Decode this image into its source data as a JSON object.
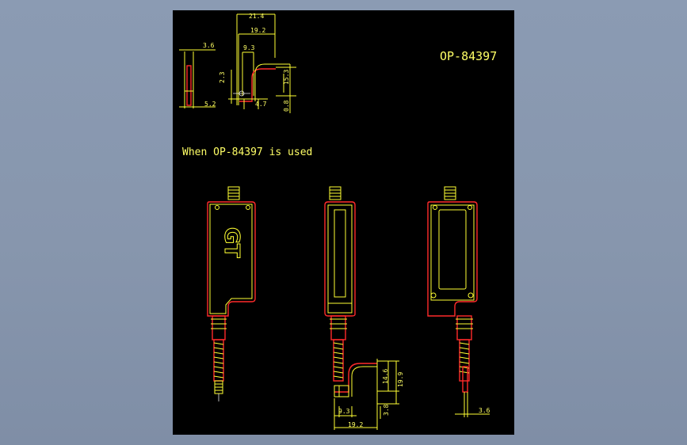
{
  "drawing": {
    "part_number": "OP-84397",
    "note": "When OP-84397 is used",
    "dims_top": [
      "21.4",
      "19.2",
      "9.3",
      "3.6",
      "2.3",
      "15.3",
      "5.2",
      "4.7",
      "0.8"
    ],
    "dims_bottom": [
      "14.6",
      "19.9",
      "9.3",
      "3.8",
      "19.2",
      "3.6"
    ],
    "logo_text": "GT",
    "colors": {
      "sheet": "#000000",
      "dimension": "#ffff66",
      "outline": "#ff2a2a",
      "desktop": "#8b9bb3"
    }
  }
}
